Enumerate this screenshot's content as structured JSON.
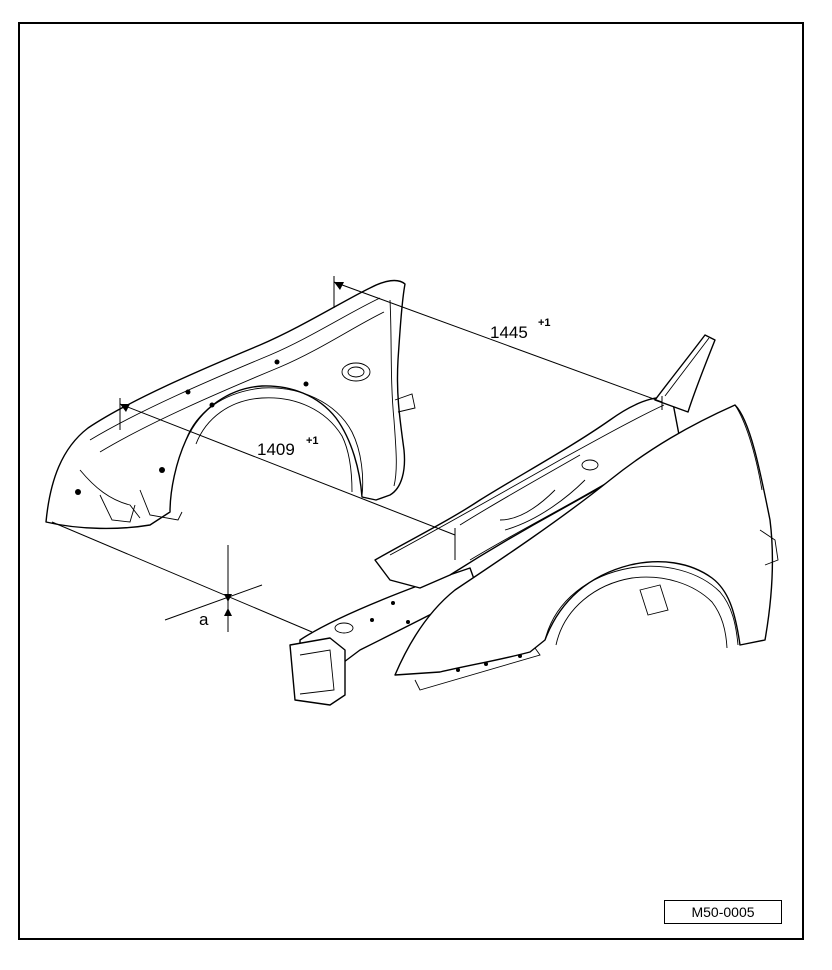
{
  "dimensions": {
    "upper": {
      "value": "1445",
      "tolerance": "+1"
    },
    "lower": {
      "value": "1409",
      "tolerance": "+1"
    },
    "offset_label": "a"
  },
  "reference_code": "M50-0005"
}
